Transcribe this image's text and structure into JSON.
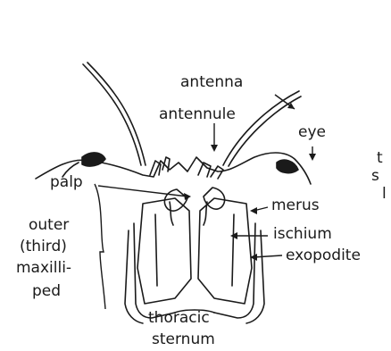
{
  "labels": {
    "antenna": "antenna",
    "antennule": "antennule",
    "eye": "eye",
    "palp": "palp",
    "merus": "merus",
    "ischium": "ischium",
    "exopodite": "exopodite",
    "outer": "outer",
    "third": "(third)",
    "maxilli": "maxilli-",
    "ped": "ped",
    "thoracic": "thoracic",
    "sternum": "sternum"
  },
  "cut_text": {
    "line1": "t",
    "line2": "s",
    "line3": "l"
  },
  "colors": {
    "ink": "#1a1a1a",
    "background": "#ffffff"
  }
}
